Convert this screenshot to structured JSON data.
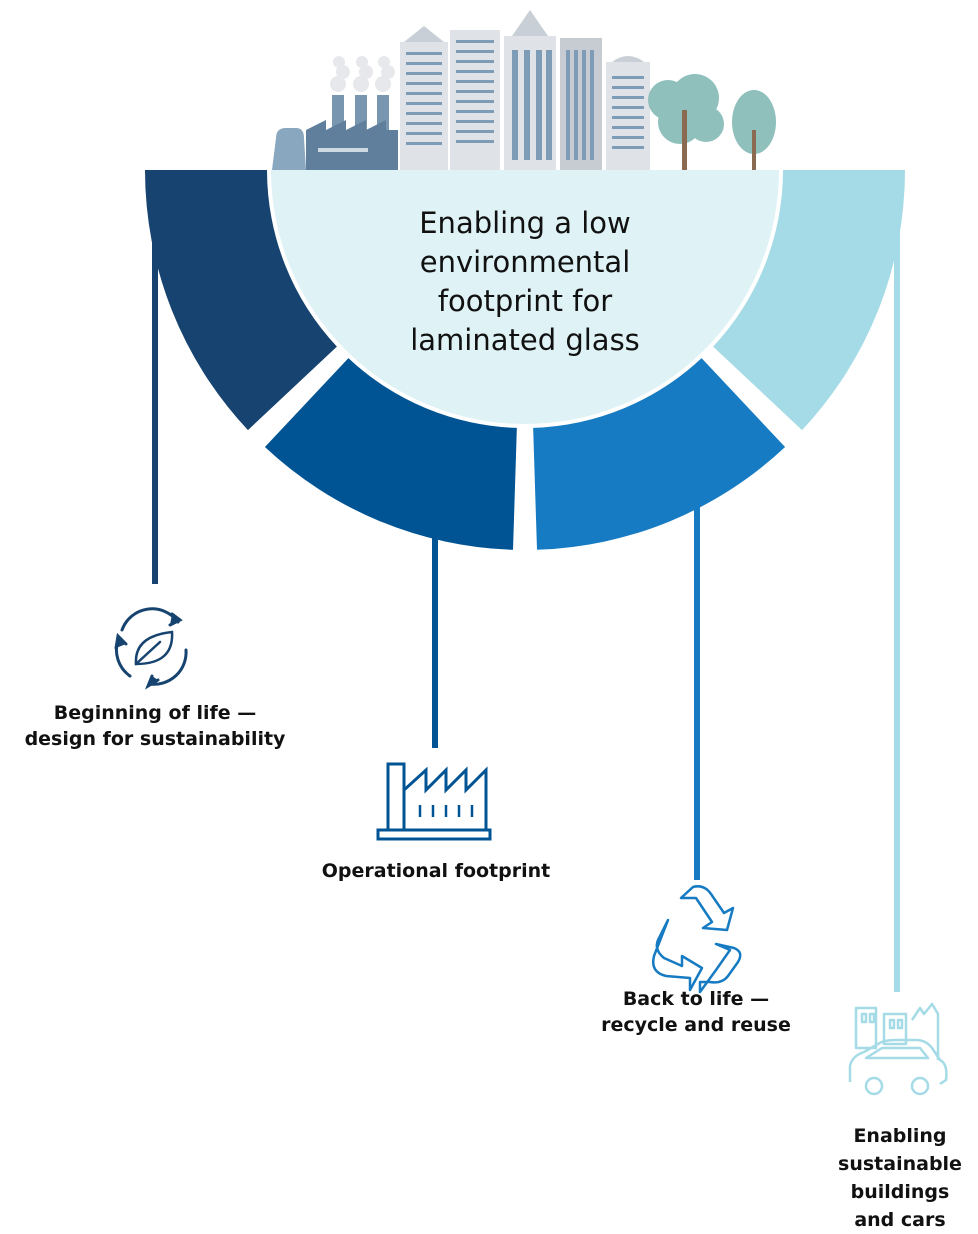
{
  "center_title": {
    "lines": [
      "Enabling a low",
      "environmental",
      "footprint for",
      "laminated glass"
    ]
  },
  "stages": [
    {
      "id": "beginning",
      "icon": "leaf-cycle-icon",
      "color": "#16436f",
      "label": [
        "Beginning of life —",
        "design for sustainability"
      ]
    },
    {
      "id": "operational",
      "icon": "factory-icon",
      "color": "#005494",
      "label": [
        "Operational footprint"
      ]
    },
    {
      "id": "back-to-life",
      "icon": "recycle-icon",
      "color": "#167bc2",
      "label": [
        "Back to life —",
        "recycle and reuse"
      ]
    },
    {
      "id": "enabling",
      "icon": "city-car-icon",
      "color": "#a4dbe6",
      "label": [
        "Enabling",
        "sustainable",
        "buildings",
        "and cars"
      ]
    }
  ],
  "colors": {
    "inner_circle": "#dff2f5",
    "skyline_gray": "#dde1e6",
    "skyline_blue": "#7f9cb6",
    "tree_green": "#8fc0bc",
    "trunk": "#8a6a50"
  }
}
